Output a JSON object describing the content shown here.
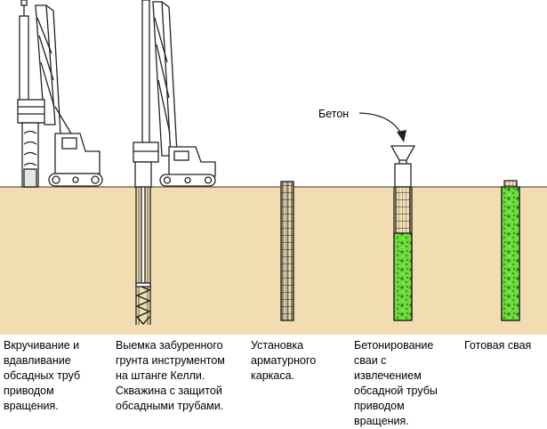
{
  "diagram": {
    "concrete_label": "Бетон",
    "steps": [
      {
        "id": "step-1",
        "caption": "Вкручивание и вдавливание обсадных труб приводом вращения."
      },
      {
        "id": "step-2",
        "caption": "Выемка забуренного грунта инструментом на штанге Келли. Скважина с защитой обсадными трубами."
      },
      {
        "id": "step-3",
        "caption": "Установка арматурного каркаса."
      },
      {
        "id": "step-4",
        "caption": "Бетонирование сваи с извлечением обсадной трубы приводом вращения."
      },
      {
        "id": "step-5",
        "caption": "Готовая свая"
      }
    ],
    "colors": {
      "soil": "#f2ddb2",
      "soil_line": "#5a5a5a",
      "concrete": "#6edc3c",
      "concrete_dark": "#2f7a1c",
      "steel": "#222222"
    }
  }
}
